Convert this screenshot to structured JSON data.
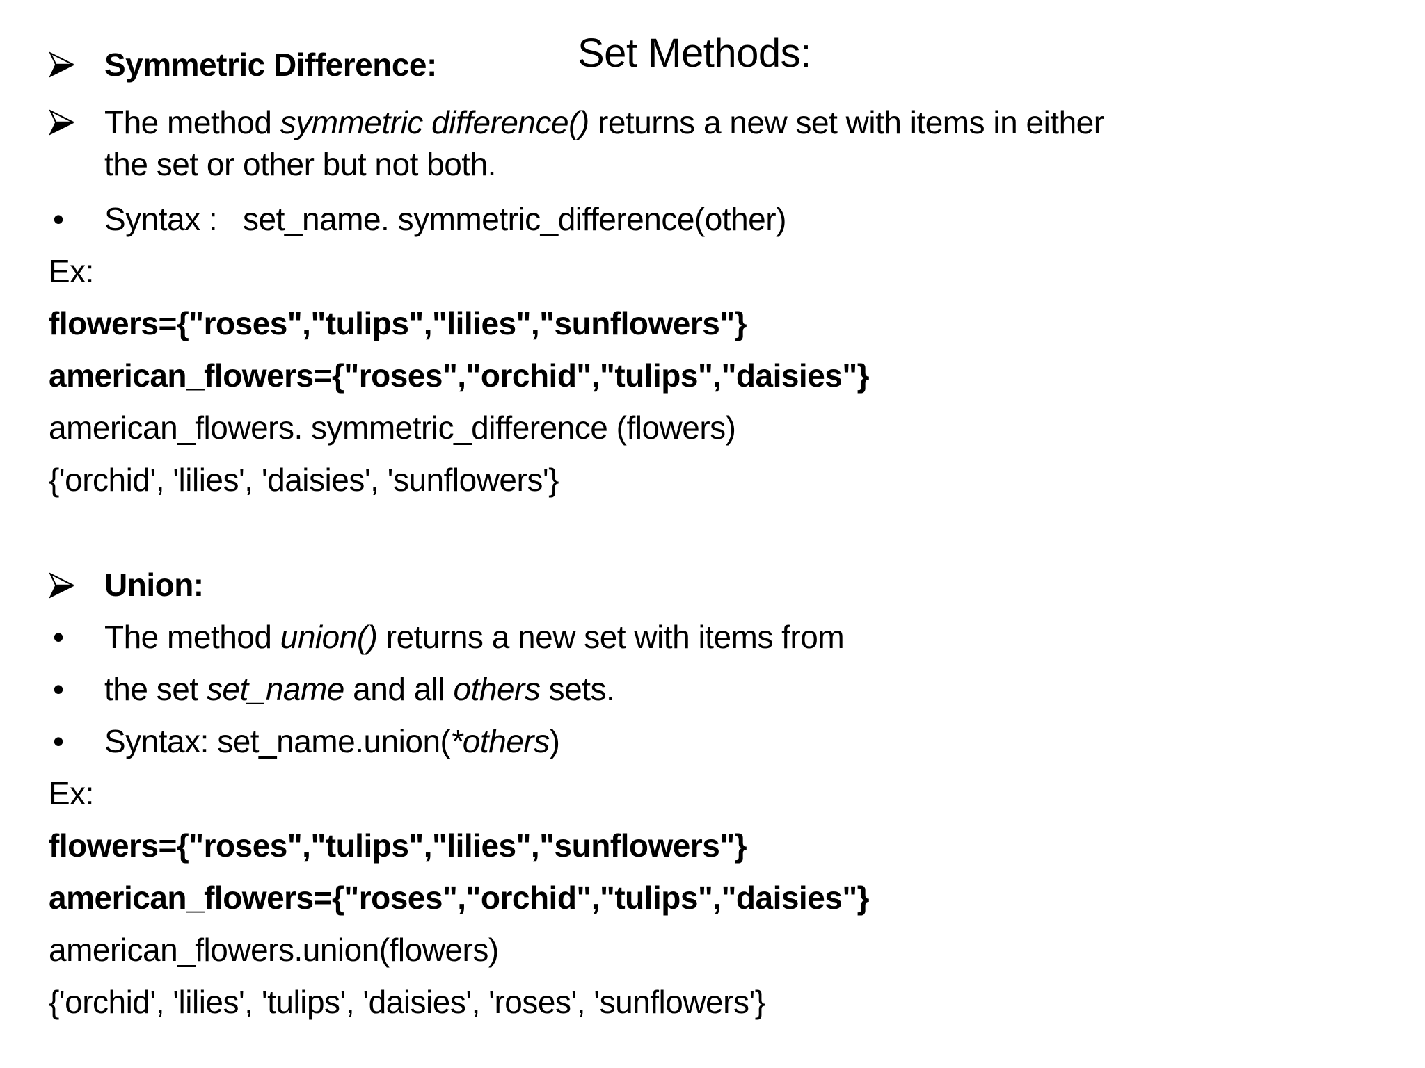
{
  "page_title": "Set Methods:",
  "bullets": {
    "arrow_icon": "three-d-arrowhead-right",
    "dot": "•"
  },
  "symmetric": {
    "heading": "Symmetric Difference:",
    "description": {
      "line1_r1": "The method ",
      "line1_r2": "symmetric difference()",
      "line1_r3": " returns a new set with items in either",
      "line2": "the set or other but not both."
    },
    "syntax_line": "Syntax :   set_name. symmetric_difference(other)",
    "example_label": "Ex:",
    "code_line1": "flowers={\"roses\",\"tulips\",\"lilies\",\"sunflowers\"}",
    "code_line2": "american_flowers={\"roses\",\"orchid\",\"tulips\",\"daisies\"}",
    "call_line": "american_flowers. symmetric_difference (flowers)",
    "result_line": "{'orchid', 'lilies', 'daisies', 'sunflowers'}"
  },
  "union": {
    "heading": "Union:",
    "bullet1": {
      "r1": "The method ",
      "r2": "union()",
      "r3": " returns a new set with items from"
    },
    "bullet2": {
      "r1": "the set ",
      "r2": "set_name",
      "r3": " and all ",
      "r4": "others",
      "r5": " sets."
    },
    "bullet3": {
      "r1": "Syntax: set_name.union(",
      "r2": "*others",
      "r3": ")"
    },
    "example_label": "Ex:",
    "code_line1": "flowers={\"roses\",\"tulips\",\"lilies\",\"sunflowers\"}",
    "code_line2": "american_flowers={\"roses\",\"orchid\",\"tulips\",\"daisies\"}",
    "call_line": "american_flowers.union(flowers)",
    "result_line": "{'orchid', 'lilies', 'tulips', 'daisies', 'roses', 'sunflowers'}"
  }
}
